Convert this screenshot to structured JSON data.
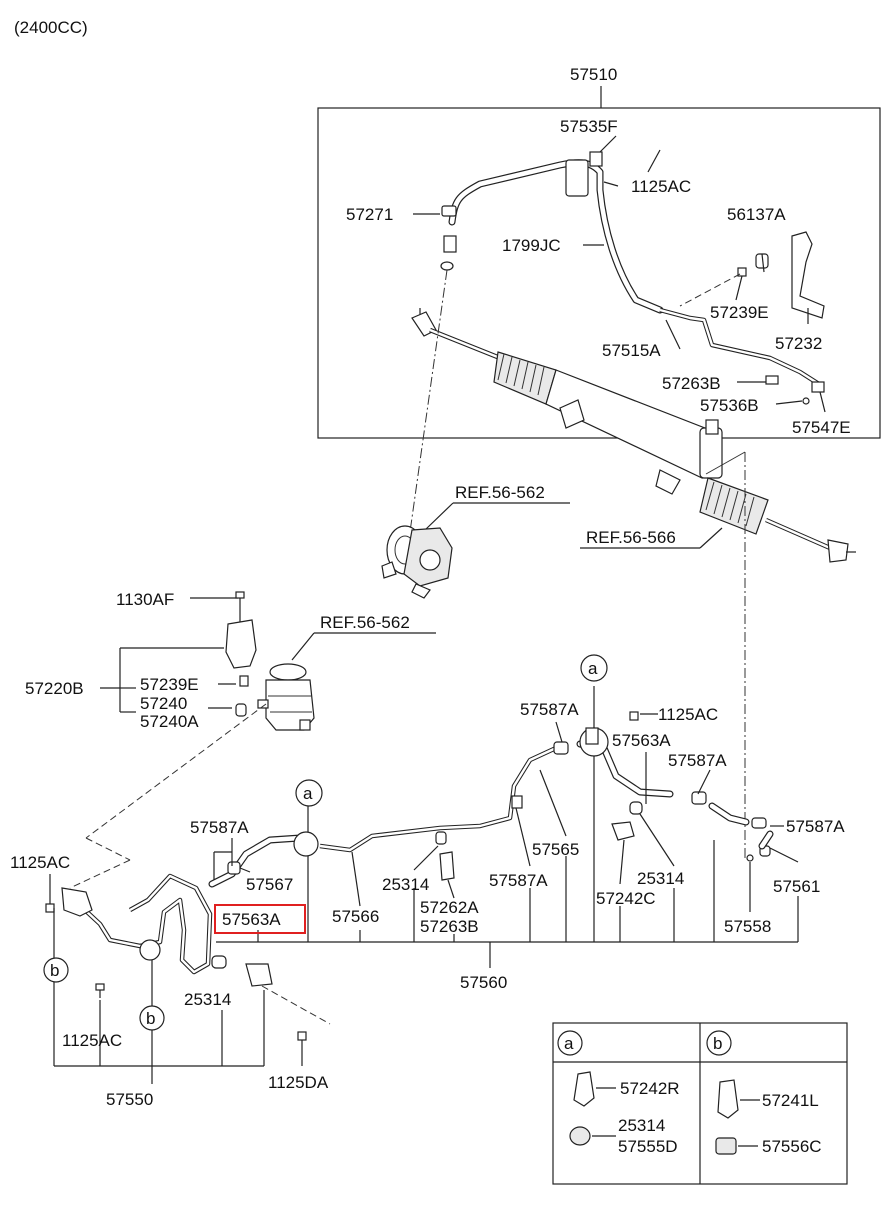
{
  "header": {
    "engine": "(2400CC)"
  },
  "labels": {
    "p57510": "57510",
    "p57535F": "57535F",
    "p1125AC_top": "1125AC",
    "p57271": "57271",
    "p1799JC": "1799JC",
    "p56137A": "56137A",
    "p57239E_top": "57239E",
    "p57232": "57232",
    "p57515A": "57515A",
    "p57263B_top": "57263B",
    "p57536B": "57536B",
    "p57547E": "57547E",
    "ref_pump": "REF.56-562",
    "ref_gear": "REF.56-566",
    "p1130AF": "1130AF",
    "ref_reservoir": "REF.56-562",
    "p57220B": "57220B",
    "p57239E_mid": "57239E",
    "p57240": "57240",
    "p57240A": "57240A",
    "p57587A_1": "57587A",
    "p1125AC_mid": "1125AC",
    "p57563A_right": "57563A",
    "p57587A_2": "57587A",
    "p57587A_left": "57587A",
    "p57587A_right": "57587A",
    "p1125AC_left": "1125AC",
    "p57567": "57567",
    "p57565": "57565",
    "p25314_mid": "25314",
    "p25314_right": "25314",
    "p57587A_low": "57587A",
    "p57242C": "57242C",
    "p57561": "57561",
    "p57563A_hl": "57563A",
    "p57566": "57566",
    "p57262A": "57262A",
    "p57263B_low": "57263B",
    "p57558": "57558",
    "p57560": "57560",
    "p25314_left": "25314",
    "p1125AC_low": "1125AC",
    "p1125DA": "1125DA",
    "p57550": "57550"
  },
  "callouts": {
    "a": "a",
    "b": "b"
  },
  "legend": {
    "a": {
      "key": "a",
      "items": [
        "57242R",
        "25314",
        "57555D"
      ]
    },
    "b": {
      "key": "b",
      "items": [
        "57241L",
        "57556C"
      ]
    }
  },
  "colors": {
    "highlight": "#e02020",
    "line": "#222222",
    "background": "#ffffff"
  }
}
